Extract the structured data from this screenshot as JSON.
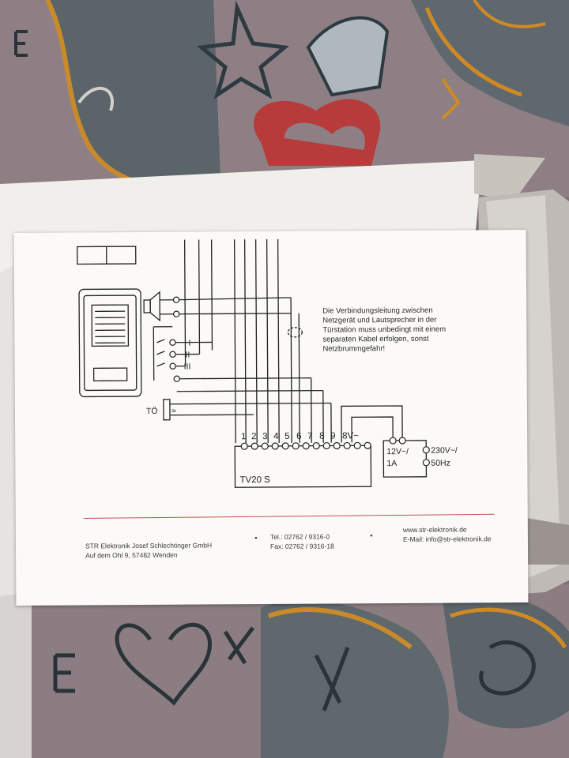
{
  "card": {
    "note_lines": [
      "Die Verbindungsleitung zwischen",
      "Netzgerät und Lautsprecher in der",
      "Türstation muss unbedingt mit einem",
      "separaten Kabel erfolgen, sonst",
      "Netzbrummgefahr!"
    ],
    "terminal_numbers": [
      "1",
      "2",
      "3",
      "4",
      "5",
      "6",
      "7",
      "8",
      "9"
    ],
    "terminal_ac_label": "8V~",
    "unit_label": "TV20 S",
    "door_opener_label": "TÖ",
    "door_opener_symbol": "≈",
    "bell_labels": [
      "I",
      "II",
      "III"
    ],
    "psu_input_label": "12V~/",
    "psu_input_current": "1A",
    "psu_output_label": "230V~/",
    "psu_output_freq": "50Hz",
    "footer": {
      "company": "STR Elektronik Josef Schlechtinger GmbH",
      "address": "Auf dem Ohl 9, 57482 Wenden",
      "tel": "Tel.: 02762 / 9316-0",
      "fax": "Fax: 02762 / 9316-18",
      "web": "www.str-elektronik.de",
      "email": "E-Mail: info@str-elektronik.de"
    }
  }
}
